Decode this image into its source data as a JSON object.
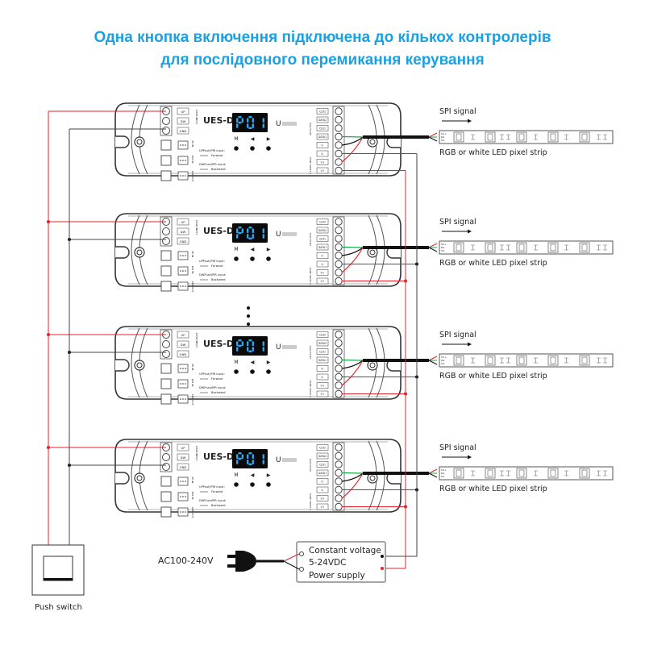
{
  "title": {
    "line1": "Одна кнопка включення підключена до кількох контролерів",
    "line2": "для послідовного перемикання керування"
  },
  "colors": {
    "title": "#1ba1e2",
    "wire_red": "#e3232c",
    "wire_black": "#333333",
    "wire_green": "#1aa64a",
    "display_bg": "#0a0a0a",
    "display_digits": "#2aa8f2"
  },
  "controller": {
    "model": "UES-D",
    "display": "P01",
    "brand": "U",
    "buttons": [
      "M",
      "◀",
      "▶"
    ],
    "left_terminals": [
      "UP",
      "DW",
      "GND"
    ],
    "left_group_label": "PUSH INPUT",
    "port_labels": [
      "UP IN",
      "DW IN",
      "LED OUT"
    ],
    "up_input": "UPPush/PIR input:",
    "up_dir": "Forward",
    "dw_input": "DWPush/PIR input:",
    "dw_dir": "Backward",
    "spi_terminals": [
      "CLK2",
      "DATA2",
      "CLK1",
      "DATA1"
    ],
    "spi_group_label": "SPI OUTPUT",
    "power_terminals": [
      "V-",
      "V-",
      "V+",
      "V+"
    ],
    "power_group_label": "5-24VDC INPUT"
  },
  "controllers_count": 4,
  "continuation": "⋮",
  "strip": {
    "signal_label": "SPI signal",
    "strip_label": "RGB or white LED pixel strip",
    "pins": [
      "5V+",
      "DA",
      "5V-"
    ]
  },
  "power_supply": {
    "line1": "Constant voltage",
    "line2": "5-24VDC",
    "line3": "Power supply"
  },
  "ac_label": "AC100-240V",
  "switch_label": "Push switch"
}
